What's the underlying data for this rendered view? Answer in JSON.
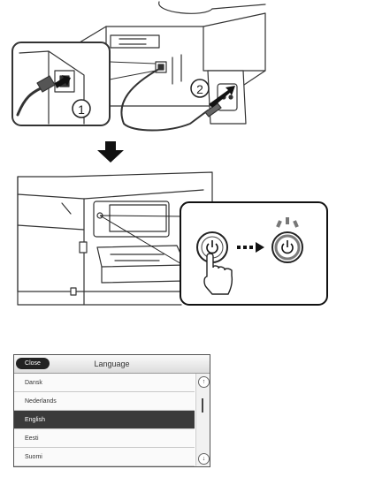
{
  "callouts": {
    "step1": "1",
    "step2": "2"
  },
  "icons": {
    "power": "power-icon",
    "arrow": "down-arrow-icon"
  },
  "language_screen": {
    "close_label": "Close",
    "title": "Language",
    "items": [
      {
        "label": "Dansk",
        "selected": false
      },
      {
        "label": "Nederlands",
        "selected": false
      },
      {
        "label": "English",
        "selected": true
      },
      {
        "label": "Eesti",
        "selected": false
      },
      {
        "label": "Suomi",
        "selected": false
      }
    ],
    "scroll_up": "↑",
    "scroll_down": "↓"
  }
}
